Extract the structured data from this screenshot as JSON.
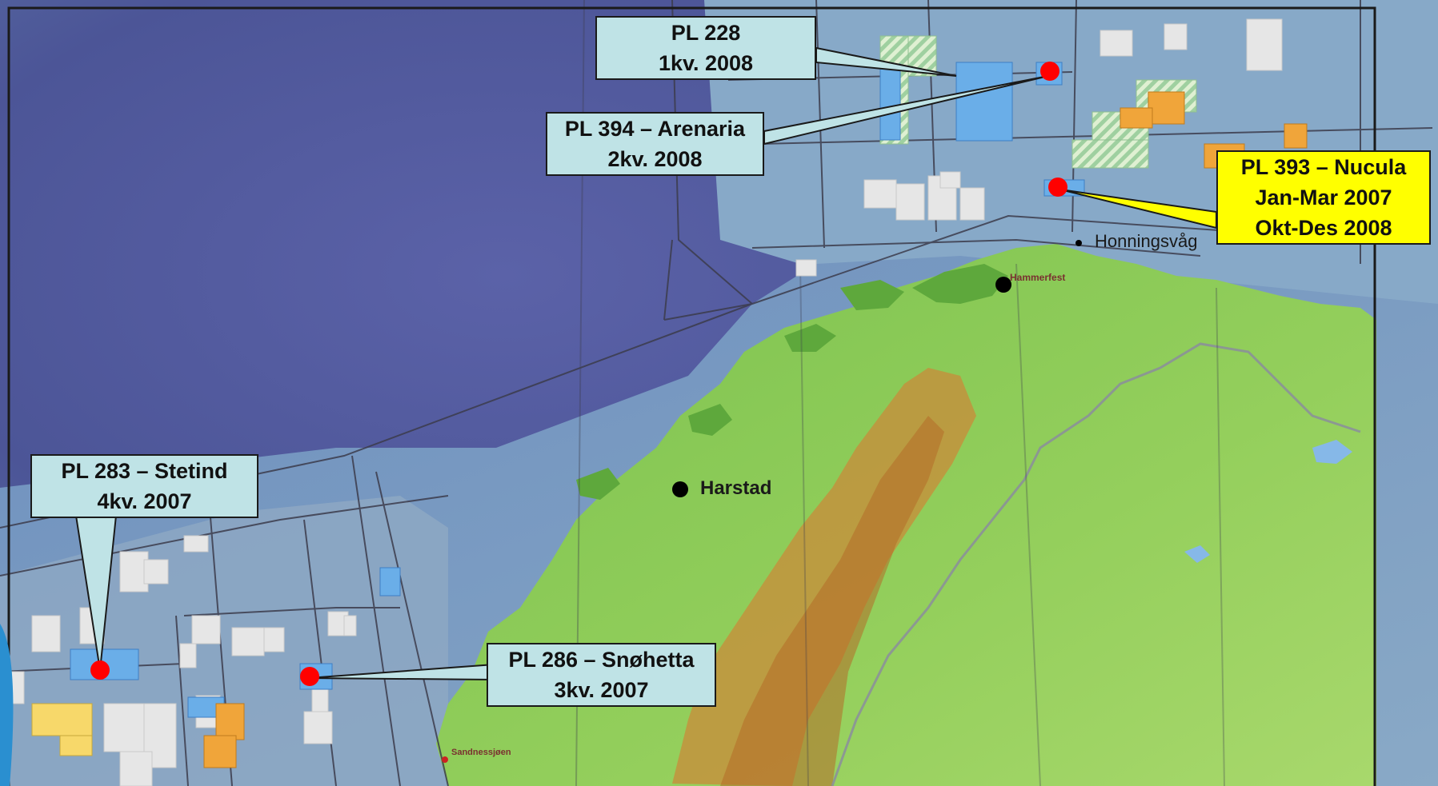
{
  "callouts": {
    "pl228": {
      "line1": "PL 228",
      "line2": "1kv. 2008"
    },
    "pl394": {
      "line1": "PL 394 – Arenaria",
      "line2": "2kv. 2008"
    },
    "pl393": {
      "line1": "PL 393 – Nucula",
      "line2": "Jan-Mar 2007",
      "line3": "Okt-Des 2008"
    },
    "pl283": {
      "line1": "PL 283  – Stetind",
      "line2": "4kv. 2007"
    },
    "pl286": {
      "line1": "PL 286 – Snøhetta",
      "line2": "3kv. 2007"
    }
  },
  "places": {
    "honningsvag": "Honningsvåg",
    "hammerfest": "Hammerfest",
    "harstad": "Harstad",
    "sandnessjoen": "Sandnessjøen"
  },
  "colors": {
    "callout_fill": "#bfe3e6",
    "callout_highlight": "#ffff00",
    "well_marker": "#ff0000",
    "town_marker": "#000000",
    "licence_blue": "#6aaee8",
    "licence_grey": "#e6e6e6",
    "licence_orange": "#f0a53a",
    "licence_yellow": "#f7d86a"
  }
}
